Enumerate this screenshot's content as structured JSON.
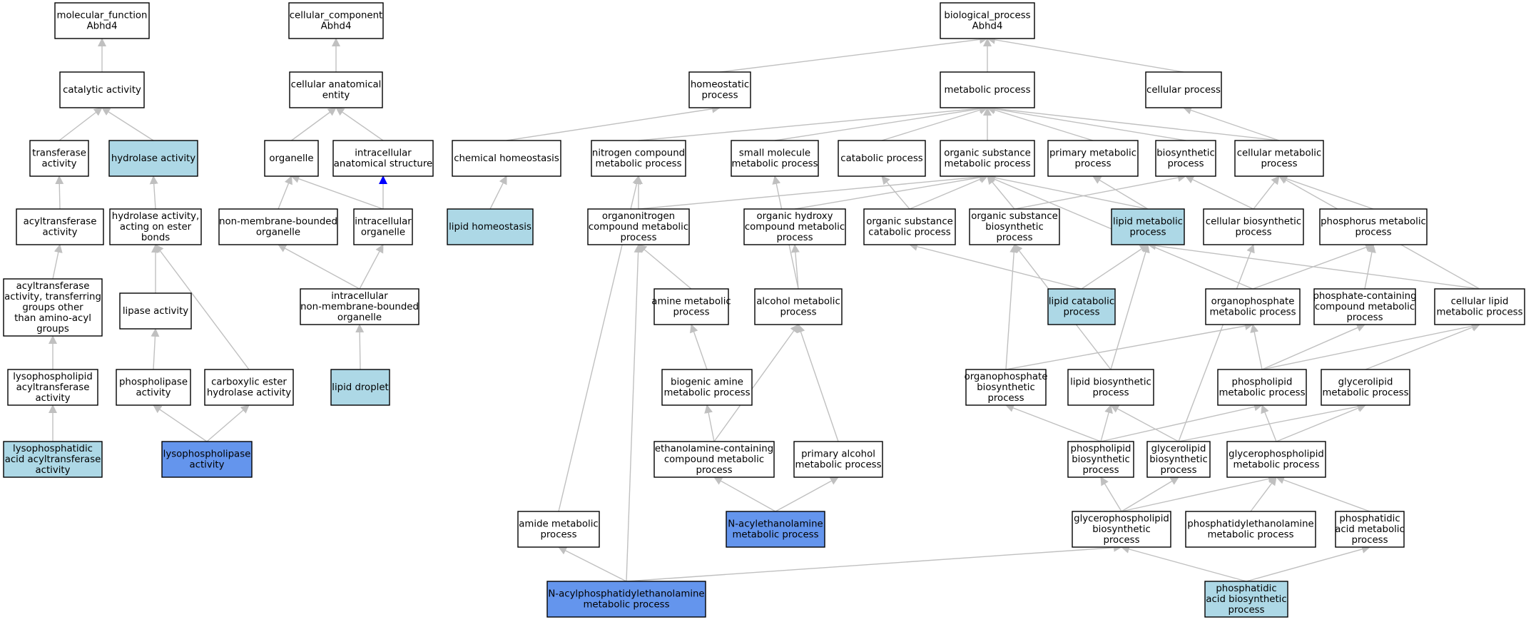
{
  "colors": {
    "plain": "#ffffff",
    "light": "#add8e6",
    "dark": "#6495ed",
    "edge": "#c0c0c0",
    "blue_edge": "#0000ff"
  },
  "nodes": [
    {
      "id": "mf",
      "lines": [
        "molecular_function",
        "Abhd4"
      ],
      "fill": "plain"
    },
    {
      "id": "catalytic",
      "lines": [
        "catalytic activity"
      ],
      "fill": "plain"
    },
    {
      "id": "transferase",
      "lines": [
        "transferase",
        "activity"
      ],
      "fill": "plain"
    },
    {
      "id": "hydrolase",
      "lines": [
        "hydrolase activity"
      ],
      "fill": "light"
    },
    {
      "id": "acyltransferase",
      "lines": [
        "acyltransferase",
        "activity"
      ],
      "fill": "plain"
    },
    {
      "id": "hydro_ester",
      "lines": [
        "hydrolase activity,",
        "acting on ester",
        "bonds"
      ],
      "fill": "plain"
    },
    {
      "id": "acyl_other",
      "lines": [
        "acyltransferase",
        "activity, transferring",
        "groups other",
        "than amino-acyl",
        "groups"
      ],
      "fill": "plain"
    },
    {
      "id": "lipase",
      "lines": [
        "lipase activity"
      ],
      "fill": "plain"
    },
    {
      "id": "lysopl_acyl",
      "lines": [
        "lysophospholipid",
        "acyltransferase",
        "activity"
      ],
      "fill": "plain"
    },
    {
      "id": "phospholipase",
      "lines": [
        "phospholipase",
        "activity"
      ],
      "fill": "plain"
    },
    {
      "id": "carbox",
      "lines": [
        "carboxylic ester",
        "hydrolase activity"
      ],
      "fill": "plain"
    },
    {
      "id": "lpa_acyl",
      "lines": [
        "lysophosphatidic",
        "acid acyltransferase",
        "activity"
      ],
      "fill": "light"
    },
    {
      "id": "lysopl",
      "lines": [
        "lysophospholipase",
        "activity"
      ],
      "fill": "dark"
    },
    {
      "id": "cc",
      "lines": [
        "cellular_component",
        "Abhd4"
      ],
      "fill": "plain"
    },
    {
      "id": "cae",
      "lines": [
        "cellular anatomical",
        "entity"
      ],
      "fill": "plain"
    },
    {
      "id": "organelle",
      "lines": [
        "organelle"
      ],
      "fill": "plain"
    },
    {
      "id": "ias",
      "lines": [
        "intracellular",
        "anatomical structure"
      ],
      "fill": "plain"
    },
    {
      "id": "nmbo",
      "lines": [
        "non-membrane-bounded",
        "organelle"
      ],
      "fill": "plain"
    },
    {
      "id": "io",
      "lines": [
        "intracellular",
        "organelle"
      ],
      "fill": "plain"
    },
    {
      "id": "inmbo",
      "lines": [
        "intracellular",
        "non-membrane-bounded",
        "organelle"
      ],
      "fill": "plain"
    },
    {
      "id": "lipid_droplet",
      "lines": [
        "lipid droplet"
      ],
      "fill": "light"
    },
    {
      "id": "bp",
      "lines": [
        "biological_process",
        "Abhd4"
      ],
      "fill": "plain"
    },
    {
      "id": "homeostatic",
      "lines": [
        "homeostatic",
        "process"
      ],
      "fill": "plain"
    },
    {
      "id": "metabolic",
      "lines": [
        "metabolic process"
      ],
      "fill": "plain"
    },
    {
      "id": "cellular_proc",
      "lines": [
        "cellular process"
      ],
      "fill": "plain"
    },
    {
      "id": "chem_homeo",
      "lines": [
        "chemical homeostasis"
      ],
      "fill": "plain"
    },
    {
      "id": "nitrogen",
      "lines": [
        "nitrogen compound",
        "metabolic process"
      ],
      "fill": "plain"
    },
    {
      "id": "small_mol",
      "lines": [
        "small molecule",
        "metabolic process"
      ],
      "fill": "plain"
    },
    {
      "id": "catabolic",
      "lines": [
        "catabolic process"
      ],
      "fill": "plain"
    },
    {
      "id": "org_sub_met",
      "lines": [
        "organic substance",
        "metabolic process"
      ],
      "fill": "plain"
    },
    {
      "id": "primary_met",
      "lines": [
        "primary metabolic",
        "process"
      ],
      "fill": "plain"
    },
    {
      "id": "biosynthetic",
      "lines": [
        "biosynthetic",
        "process"
      ],
      "fill": "plain"
    },
    {
      "id": "cell_met",
      "lines": [
        "cellular metabolic",
        "process"
      ],
      "fill": "plain"
    },
    {
      "id": "lipid_homeo",
      "lines": [
        "lipid homeostasis"
      ],
      "fill": "light"
    },
    {
      "id": "organonitrogen",
      "lines": [
        "organonitrogen",
        "compound metabolic",
        "process"
      ],
      "fill": "plain"
    },
    {
      "id": "org_hydroxy",
      "lines": [
        "organic hydroxy",
        "compound metabolic",
        "process"
      ],
      "fill": "plain"
    },
    {
      "id": "org_sub_cat",
      "lines": [
        "organic substance",
        "catabolic process"
      ],
      "fill": "plain"
    },
    {
      "id": "org_sub_bio",
      "lines": [
        "organic substance",
        "biosynthetic",
        "process"
      ],
      "fill": "plain"
    },
    {
      "id": "lipid_met",
      "lines": [
        "lipid metabolic",
        "process"
      ],
      "fill": "light"
    },
    {
      "id": "cell_bio",
      "lines": [
        "cellular biosynthetic",
        "process"
      ],
      "fill": "plain"
    },
    {
      "id": "phosphorus",
      "lines": [
        "phosphorus metabolic",
        "process"
      ],
      "fill": "plain"
    },
    {
      "id": "amine",
      "lines": [
        "amine metabolic",
        "process"
      ],
      "fill": "plain"
    },
    {
      "id": "alcohol",
      "lines": [
        "alcohol metabolic",
        "process"
      ],
      "fill": "plain"
    },
    {
      "id": "lipid_cat",
      "lines": [
        "lipid catabolic",
        "process"
      ],
      "fill": "light"
    },
    {
      "id": "organophosphate",
      "lines": [
        "organophosphate",
        "metabolic process"
      ],
      "fill": "plain"
    },
    {
      "id": "phosphate_cont",
      "lines": [
        "phosphate-containing",
        "compound metabolic",
        "process"
      ],
      "fill": "plain"
    },
    {
      "id": "cell_lipid",
      "lines": [
        "cellular lipid",
        "metabolic process"
      ],
      "fill": "plain"
    },
    {
      "id": "biogenic",
      "lines": [
        "biogenic amine",
        "metabolic process"
      ],
      "fill": "plain"
    },
    {
      "id": "orgp_bio",
      "lines": [
        "organophosphate",
        "biosynthetic",
        "process"
      ],
      "fill": "plain"
    },
    {
      "id": "lipid_bio",
      "lines": [
        "lipid biosynthetic",
        "process"
      ],
      "fill": "plain"
    },
    {
      "id": "phospholipid_met",
      "lines": [
        "phospholipid",
        "metabolic process"
      ],
      "fill": "plain"
    },
    {
      "id": "glycerolipid_met",
      "lines": [
        "glycerolipid",
        "metabolic process"
      ],
      "fill": "plain"
    },
    {
      "id": "ethanolamine",
      "lines": [
        "ethanolamine-containing",
        "compound metabolic",
        "process"
      ],
      "fill": "plain"
    },
    {
      "id": "primary_alc",
      "lines": [
        "primary alcohol",
        "metabolic process"
      ],
      "fill": "plain"
    },
    {
      "id": "phospholipid_bio",
      "lines": [
        "phospholipid",
        "biosynthetic",
        "process"
      ],
      "fill": "plain"
    },
    {
      "id": "glycerolipid_bio",
      "lines": [
        "glycerolipid",
        "biosynthetic",
        "process"
      ],
      "fill": "plain"
    },
    {
      "id": "glycerophospholipid_met",
      "lines": [
        "glycerophospholipid",
        "metabolic process"
      ],
      "fill": "plain"
    },
    {
      "id": "amide",
      "lines": [
        "amide metabolic",
        "process"
      ],
      "fill": "plain"
    },
    {
      "id": "nae",
      "lines": [
        "N-acylethanolamine",
        "metabolic process"
      ],
      "fill": "dark"
    },
    {
      "id": "gpl_bio",
      "lines": [
        "glycerophospholipid",
        "biosynthetic",
        "process"
      ],
      "fill": "plain"
    },
    {
      "id": "pe_met",
      "lines": [
        "phosphatidylethanolamine",
        "metabolic process"
      ],
      "fill": "plain"
    },
    {
      "id": "pa_met",
      "lines": [
        "phosphatidic",
        "acid metabolic",
        "process"
      ],
      "fill": "plain"
    },
    {
      "id": "nape",
      "lines": [
        "N-acylphosphatidylethanolamine",
        "metabolic process"
      ],
      "fill": "dark"
    },
    {
      "id": "pa_bio",
      "lines": [
        "phosphatidic",
        "acid biosynthetic",
        "process"
      ],
      "fill": "light"
    }
  ],
  "edges": [
    [
      "catalytic",
      "mf"
    ],
    [
      "transferase",
      "catalytic"
    ],
    [
      "hydrolase",
      "catalytic"
    ],
    [
      "acyltransferase",
      "transferase"
    ],
    [
      "hydro_ester",
      "hydrolase"
    ],
    [
      "acyl_other",
      "acyltransferase"
    ],
    [
      "lipase",
      "hydro_ester"
    ],
    [
      "lysopl_acyl",
      "acyl_other"
    ],
    [
      "phospholipase",
      "lipase"
    ],
    [
      "carbox",
      "hydro_ester"
    ],
    [
      "lpa_acyl",
      "lysopl_acyl"
    ],
    [
      "lysopl",
      "phospholipase"
    ],
    [
      "lysopl",
      "carbox"
    ],
    [
      "cae",
      "cc"
    ],
    [
      "organelle",
      "cae"
    ],
    [
      "ias",
      "cae"
    ],
    [
      "nmbo",
      "organelle"
    ],
    [
      "io",
      "organelle"
    ],
    [
      "io",
      "ias",
      "blue"
    ],
    [
      "inmbo",
      "nmbo"
    ],
    [
      "inmbo",
      "io"
    ],
    [
      "lipid_droplet",
      "inmbo"
    ],
    [
      "homeostatic",
      "bp"
    ],
    [
      "metabolic",
      "bp"
    ],
    [
      "cellular_proc",
      "bp"
    ],
    [
      "chem_homeo",
      "homeostatic"
    ],
    [
      "lipid_homeo",
      "chem_homeo"
    ],
    [
      "nitrogen",
      "metabolic"
    ],
    [
      "small_mol",
      "metabolic"
    ],
    [
      "catabolic",
      "metabolic"
    ],
    [
      "org_sub_met",
      "metabolic"
    ],
    [
      "primary_met",
      "metabolic"
    ],
    [
      "biosynthetic",
      "metabolic"
    ],
    [
      "cell_met",
      "metabolic"
    ],
    [
      "cell_met",
      "cellular_proc"
    ],
    [
      "organonitrogen",
      "nitrogen"
    ],
    [
      "organonitrogen",
      "org_sub_met"
    ],
    [
      "org_hydroxy",
      "org_sub_met"
    ],
    [
      "org_sub_cat",
      "catabolic"
    ],
    [
      "org_sub_cat",
      "org_sub_met"
    ],
    [
      "org_sub_bio",
      "org_sub_met"
    ],
    [
      "org_sub_bio",
      "biosynthetic"
    ],
    [
      "lipid_met",
      "org_sub_met"
    ],
    [
      "lipid_met",
      "primary_met"
    ],
    [
      "cell_bio",
      "biosynthetic"
    ],
    [
      "cell_bio",
      "cell_met"
    ],
    [
      "phosphorus",
      "cell_met"
    ],
    [
      "amine",
      "organonitrogen"
    ],
    [
      "alcohol",
      "org_hydroxy"
    ],
    [
      "alcohol",
      "small_mol"
    ],
    [
      "lipid_cat",
      "org_sub_cat"
    ],
    [
      "lipid_cat",
      "lipid_met"
    ],
    [
      "organophosphate",
      "org_sub_met"
    ],
    [
      "organophosphate",
      "phosphorus"
    ],
    [
      "phosphate_cont",
      "phosphorus"
    ],
    [
      "cell_lipid",
      "lipid_met"
    ],
    [
      "cell_lipid",
      "cell_met"
    ],
    [
      "biogenic",
      "amine"
    ],
    [
      "orgp_bio",
      "organophosphate"
    ],
    [
      "orgp_bio",
      "org_sub_bio"
    ],
    [
      "lipid_bio",
      "lipid_met"
    ],
    [
      "lipid_bio",
      "org_sub_bio"
    ],
    [
      "phospholipid_met",
      "organophosphate"
    ],
    [
      "phospholipid_met",
      "phosphate_cont"
    ],
    [
      "phospholipid_met",
      "cell_lipid"
    ],
    [
      "glycerolipid_met",
      "cell_lipid"
    ],
    [
      "ethanolamine",
      "biogenic"
    ],
    [
      "ethanolamine",
      "alcohol"
    ],
    [
      "primary_alc",
      "alcohol"
    ],
    [
      "phospholipid_bio",
      "orgp_bio"
    ],
    [
      "phospholipid_bio",
      "lipid_bio"
    ],
    [
      "phospholipid_bio",
      "phospholipid_met"
    ],
    [
      "glycerolipid_bio",
      "lipid_bio"
    ],
    [
      "glycerolipid_bio",
      "glycerolipid_met"
    ],
    [
      "glycerolipid_bio",
      "cell_bio"
    ],
    [
      "glycerophospholipid_met",
      "phospholipid_met"
    ],
    [
      "glycerophospholipid_met",
      "glycerolipid_met"
    ],
    [
      "amide",
      "nitrogen"
    ],
    [
      "nae",
      "ethanolamine"
    ],
    [
      "nae",
      "primary_alc"
    ],
    [
      "gpl_bio",
      "phospholipid_bio"
    ],
    [
      "gpl_bio",
      "glycerolipid_bio"
    ],
    [
      "gpl_bio",
      "glycerophospholipid_met"
    ],
    [
      "pe_met",
      "glycerophospholipid_met"
    ],
    [
      "pa_met",
      "glycerophospholipid_met"
    ],
    [
      "nape",
      "amide"
    ],
    [
      "nape",
      "organonitrogen"
    ],
    [
      "nape",
      "gpl_bio"
    ],
    [
      "pa_bio",
      "gpl_bio"
    ],
    [
      "pa_bio",
      "pa_met"
    ]
  ]
}
